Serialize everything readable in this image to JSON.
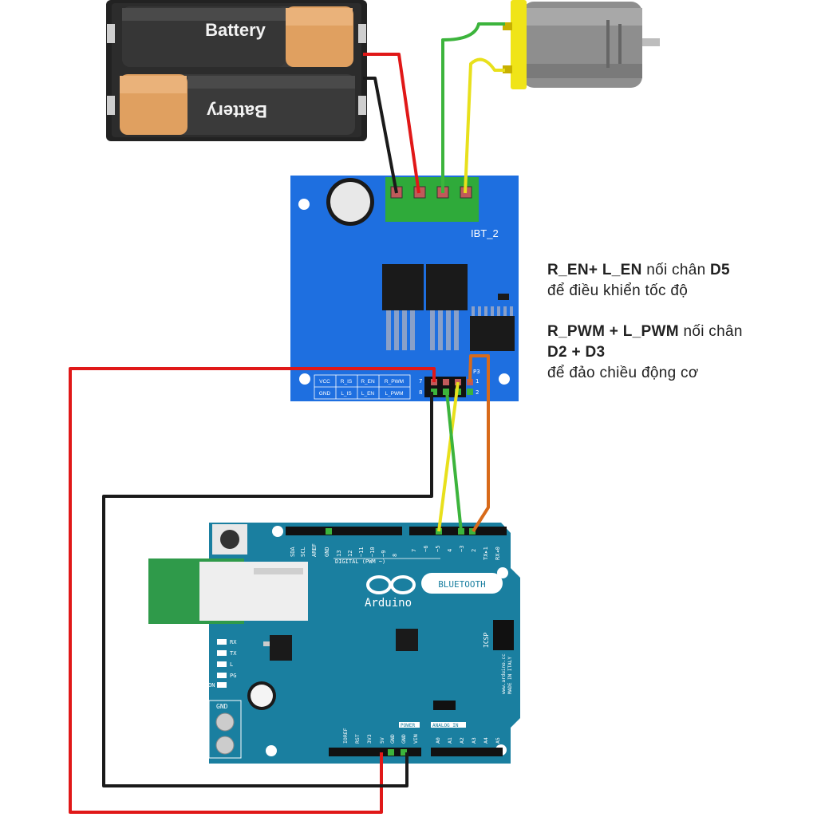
{
  "battery": {
    "label_top": "Battery",
    "label_bottom": "Battery"
  },
  "driver": {
    "name": "IBT_2",
    "header_label": "P3",
    "pin_numbers": [
      "7",
      "8",
      "1",
      "2"
    ],
    "pins_top": [
      "VCC",
      "R_IS",
      "R_EN",
      "R_PWM"
    ],
    "pins_bottom": [
      "GND",
      "L_IS",
      "L_EN",
      "L_PWM"
    ]
  },
  "arduino": {
    "brand": "Arduino",
    "shield_label": "BLUETOOTH",
    "digital_label": "DIGITAL (PWM ~)",
    "digital_pins_left": [
      "SDA",
      "SCL",
      "AREF",
      "GND",
      "13",
      "12",
      "~11",
      "~10",
      "~9",
      "8"
    ],
    "digital_pins_right": [
      "7",
      "~6",
      "~5",
      "4",
      "~3",
      "2",
      "TX▸1",
      "RX◂0"
    ],
    "power_label": "POWER",
    "power_pins": [
      "IOREF",
      "RST",
      "3V3",
      "5V",
      "GND",
      "GND",
      "VIN"
    ],
    "analog_label": "ANALOG IN",
    "analog_pins": [
      "A0",
      "A1",
      "A2",
      "A3",
      "A4",
      "A5"
    ],
    "icsp_label": "ICSP",
    "website": "www.arduino.cc",
    "made_in": "MADE IN ITALY",
    "on_label": "ON",
    "bt_leds": [
      "RX",
      "TX",
      "L",
      "PG"
    ],
    "gnd_terminal": "GND"
  },
  "notes": {
    "line1_bold_a": "R_EN+ L_EN",
    "line1_rest": " nối chân ",
    "line1_bold_b": "D5",
    "line2": "để điều khiển tốc độ",
    "line3_bold_a": "R_PWM + L_PWM",
    "line3_rest": " nối chân",
    "line4_bold": "D2 + D3",
    "line5": "để đảo chiều động cơ"
  },
  "colors": {
    "driver_board": "#1e6fe0",
    "arduino_board": "#1a7fa0",
    "wire_red": "#e01818",
    "wire_black": "#1a1a1a",
    "wire_green": "#3cb43c",
    "wire_yellow": "#e8e01c",
    "wire_orange": "#d86a1a",
    "terminal_green": "#2faa3a",
    "motor_yellow": "#f0e418"
  }
}
